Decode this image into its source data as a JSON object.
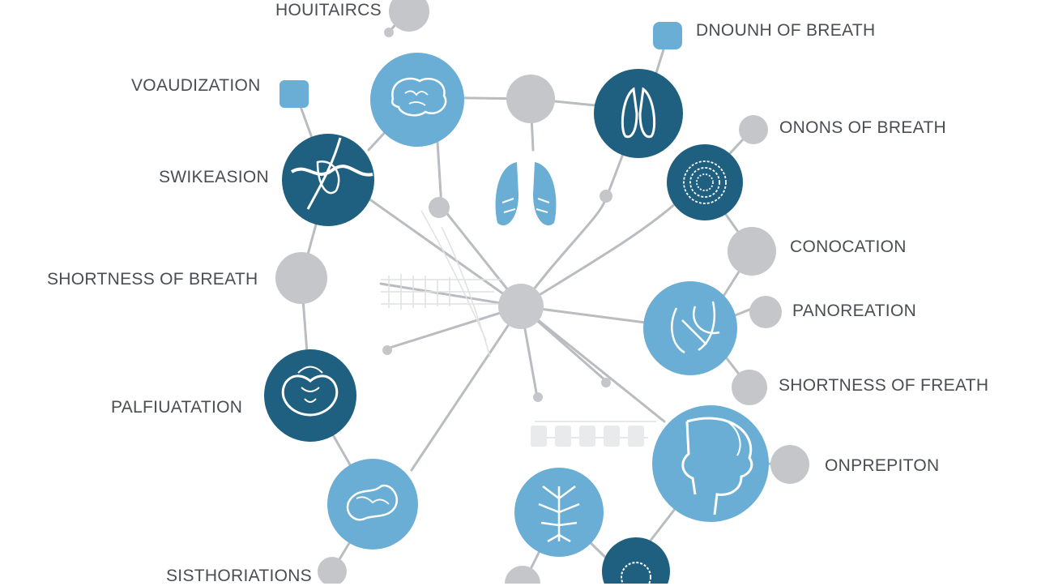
{
  "labels": {
    "top_left": "HOUITAIRCS",
    "top_right": "DNOUNH OF BREATH",
    "vocalization": "VOAUDIZATION",
    "ononis": "ONONS OF BREATH",
    "swikeasion": "SWIKEASION",
    "condcation": "CONOCATION",
    "shortness_left": "SHORTNESS OF BREATH",
    "panoreation": "PANOREATION",
    "shortness_right": "SHORTNESS OF FREATH",
    "palpitation": "PALFIUATATION",
    "onprepiton": "ONPREPITON",
    "sisthoriations": "SISTHORIATIONS"
  },
  "colors": {
    "dark_blue": "#1f5f80",
    "light_blue": "#6aaed6",
    "grey": "#c4c6c9",
    "line": "#b9bcc0",
    "text": "#4a4d52"
  },
  "icons": {
    "brain": "brain-icon",
    "lungs": "lungs-icon",
    "fibrous": "fibrous-icon",
    "shield": "shield-icon",
    "spiral": "spiral-icon",
    "heart": "heart-icon",
    "scribble": "scribble-icon",
    "tree": "branch-icon",
    "head": "head-profile-icon",
    "radial": "radial-icon"
  }
}
